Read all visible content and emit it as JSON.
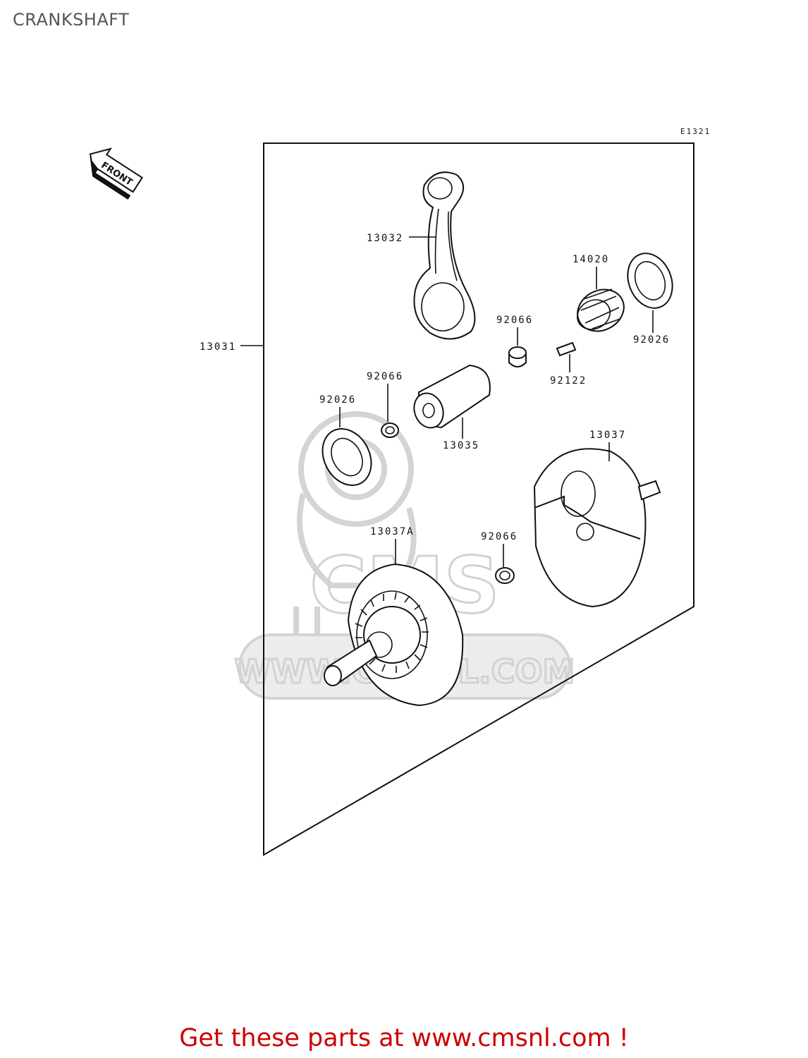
{
  "page": {
    "title": "CRANKSHAFT",
    "ref_code": "E1321",
    "footer_text": "Get these parts at www.cmsnl.com !"
  },
  "front_badge": {
    "label": "FRONT",
    "icon": "front-arrow-icon"
  },
  "watermark": {
    "logo": "cms-logo",
    "text": "WWW.CMSNL.COM"
  },
  "parts": {
    "p13031": "13031",
    "p13032": "13032",
    "p14020": "14020",
    "p92026_right": "92026",
    "p92066_top": "92066",
    "p92122": "92122",
    "p92066_mid": "92066",
    "p92026_left": "92026",
    "p13035": "13035",
    "p13037": "13037",
    "p13037A": "13037A",
    "p92066_low": "92066"
  },
  "colors": {
    "footer": "#cc0000",
    "title": "#555555",
    "watermark": "#d2d2d2"
  }
}
